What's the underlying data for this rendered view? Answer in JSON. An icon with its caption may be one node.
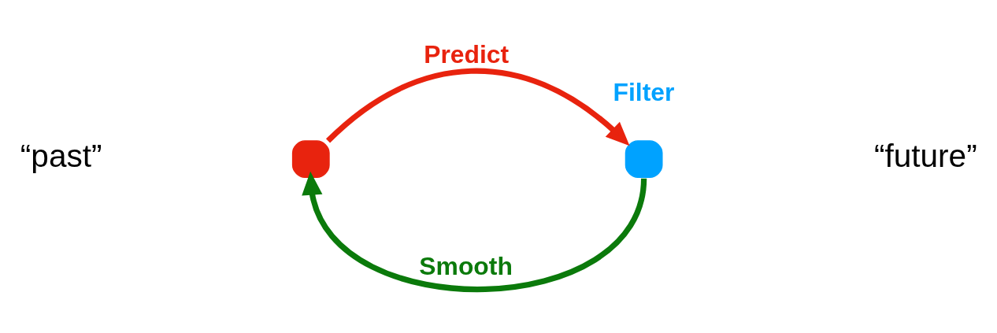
{
  "diagram": {
    "nodes": [
      {
        "text": [],
        "shape": "box"
      },
      {
        "text": [],
        "shape": "box",
        "beside": [
          "Filter"
        ]
      }
    ],
    "edges": [
      {
        "from": 0,
        "to": 1,
        "arrow": "to",
        "label": "Predict",
        "color": "#e8230e"
      },
      {
        "from": 1,
        "to": 0,
        "arrow": "to",
        "label": "Smooth",
        "color": "#0b7a0b"
      }
    ],
    "labels": [
      "“past”",
      "“future”"
    ]
  }
}
